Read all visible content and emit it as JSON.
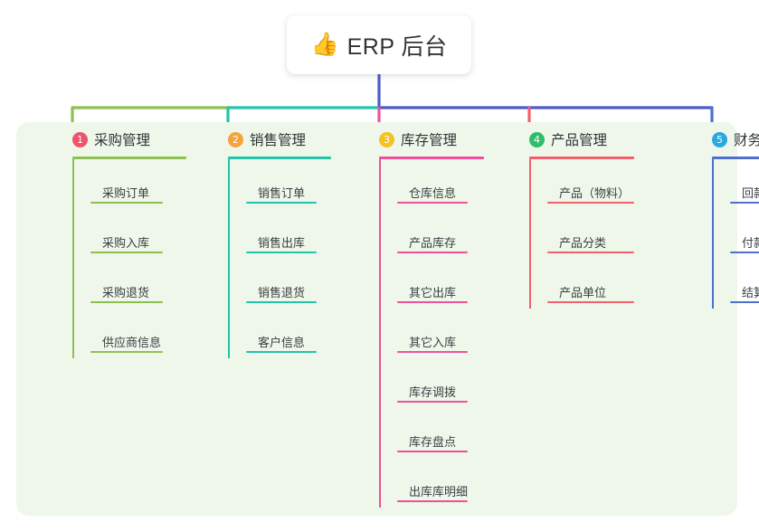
{
  "root": {
    "emoji": "👍",
    "emoji_name": "thumbs-up-icon",
    "title": "ERP 后台"
  },
  "palette": {
    "panel_bg": "#eef7e9",
    "page_bg": "#ffffff",
    "text": "#2f3437",
    "item_text": "#3a4044",
    "trunk_blue": "#4f58c8"
  },
  "chart_data": {
    "type": "diagram",
    "title": "ERP 后台",
    "layout": "mind-map / org-chart, one root with five branches",
    "branches": 5
  },
  "columns": [
    {
      "index": "1",
      "badge_color": "#f0536b",
      "line_color": "#8cc152",
      "title": "采购管理",
      "items": [
        "采购订单",
        "采购入库",
        "采购退货",
        "供应商信息"
      ]
    },
    {
      "index": "2",
      "badge_color": "#f5a33c",
      "line_color": "#23c4ab",
      "title": "销售管理",
      "items": [
        "销售订单",
        "销售出库",
        "销售退货",
        "客户信息"
      ]
    },
    {
      "index": "3",
      "badge_color": "#f5c220",
      "line_color": "#f0509b",
      "title": "库存管理",
      "items": [
        "仓库信息",
        "产品库存",
        "其它出库",
        "其它入库",
        "库存调拨",
        "库存盘点",
        "出库库明细"
      ]
    },
    {
      "index": "4",
      "badge_color": "#2ebd6b",
      "line_color": "#f2616b",
      "title": "产品管理",
      "items": [
        "产品（物料）",
        "产品分类",
        "产品单位"
      ]
    },
    {
      "index": "5",
      "badge_color": "#2aa9e0",
      "line_color": "#4f6fd0",
      "title": "财务管理",
      "items": [
        "回款单",
        "付款单",
        "结算账户"
      ]
    }
  ]
}
